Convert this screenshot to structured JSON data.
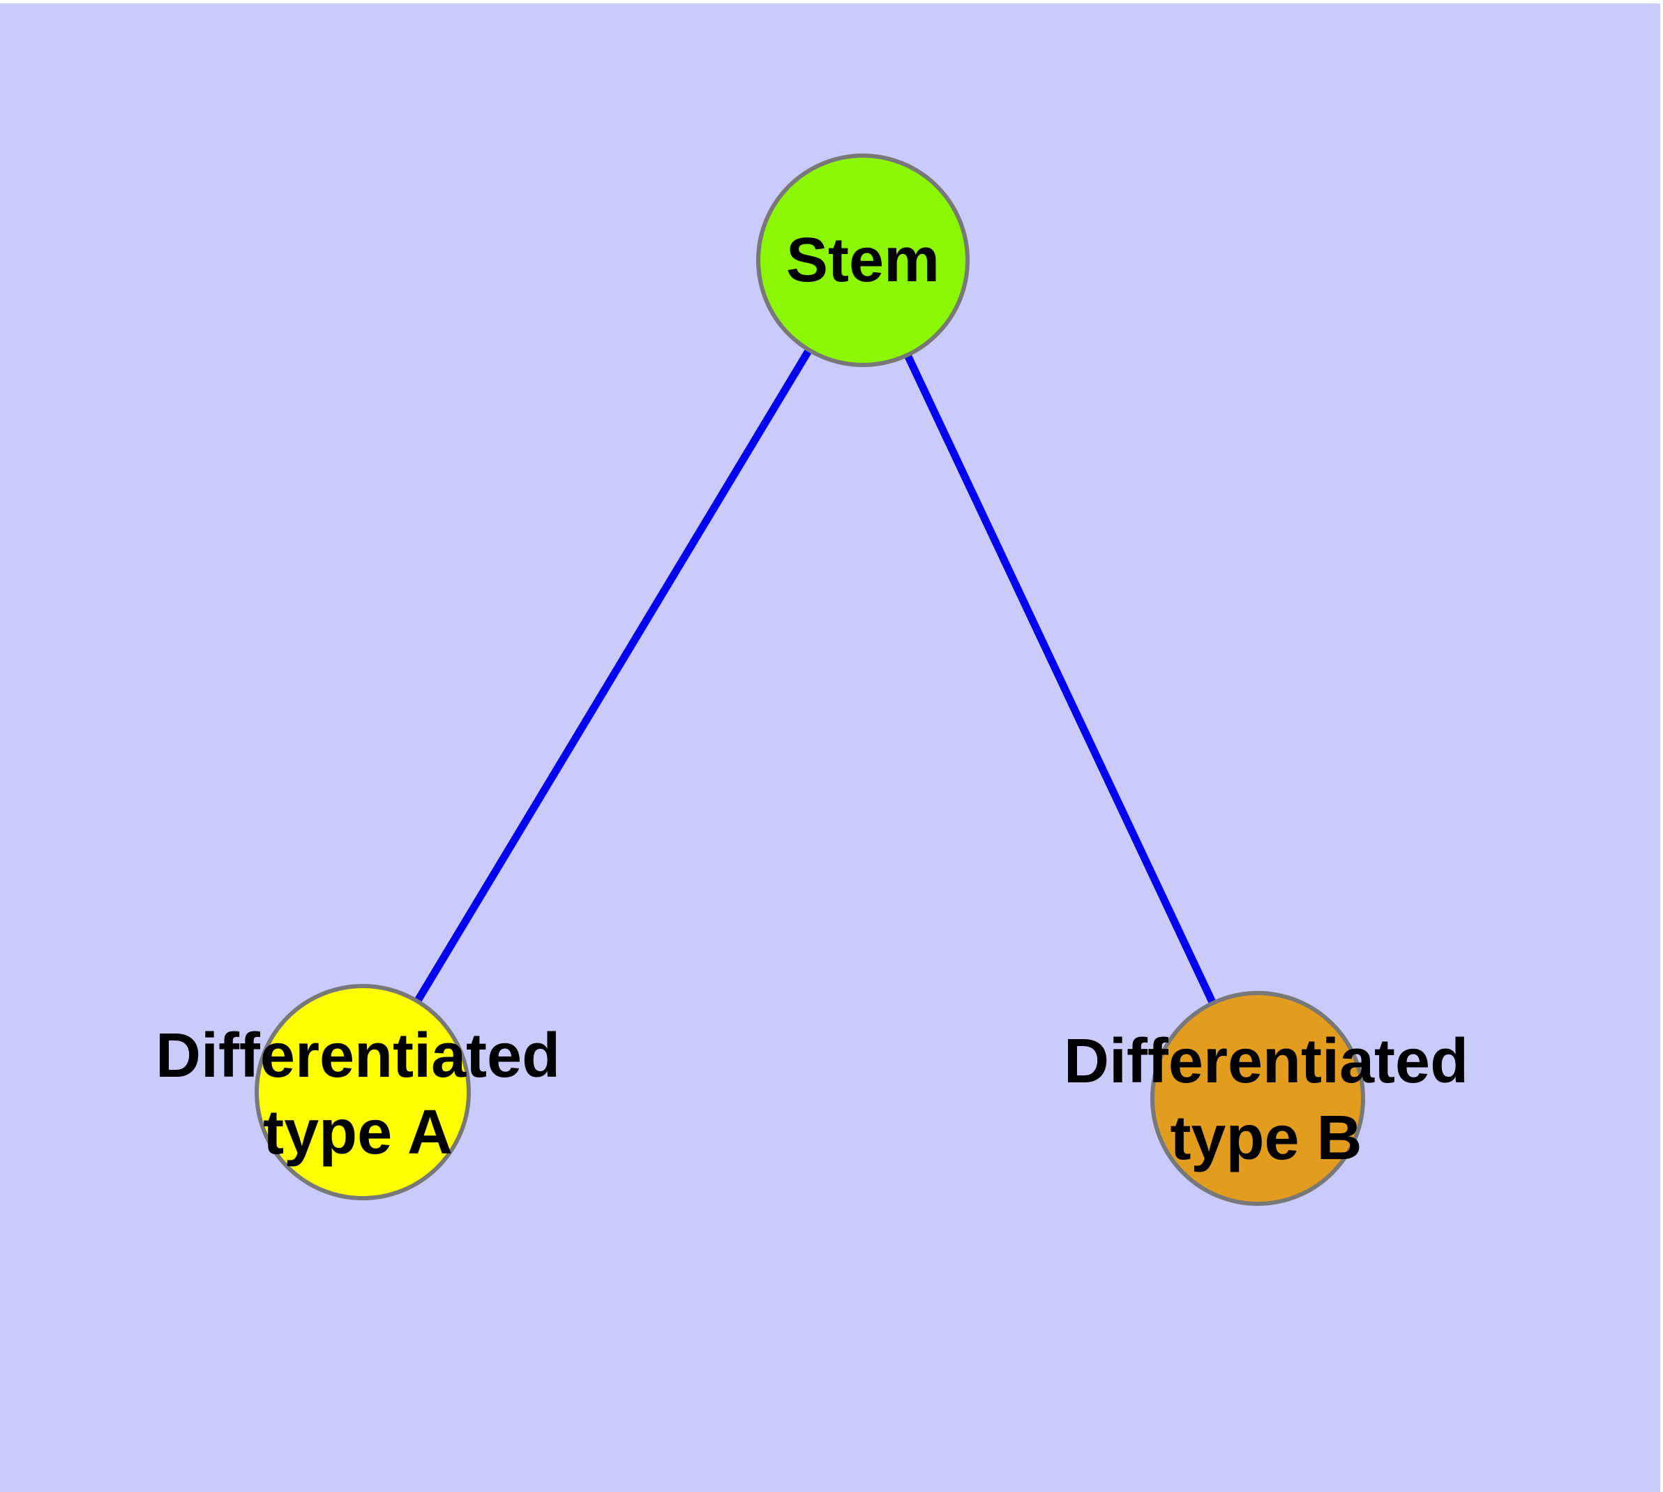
{
  "diagram": {
    "type": "graph",
    "description": "Stem cell differentiation graph with one parent node and two child nodes",
    "background_color": "#CACAFB",
    "margin_color": "#FFFFFF",
    "edge_color": "#0202F2",
    "node_border_color": "#787878",
    "label_color": "#000000",
    "nodes": [
      {
        "id": "stem",
        "label": "Stem",
        "fill_color": "#8CF702"
      },
      {
        "id": "differentiated-type-a",
        "label": "Differentiated type A",
        "label_line1": "Differentiated",
        "label_line2": "type A",
        "fill_color": "#FFFF00"
      },
      {
        "id": "differentiated-type-b",
        "label": "Differentiated type B",
        "label_line1": "Differentiated",
        "label_line2": "type B",
        "fill_color": "#E29C1E"
      }
    ],
    "edges": [
      {
        "from": "Stem",
        "to": "Differentiated type A"
      },
      {
        "from": "Stem",
        "to": "Differentiated type B"
      }
    ]
  }
}
